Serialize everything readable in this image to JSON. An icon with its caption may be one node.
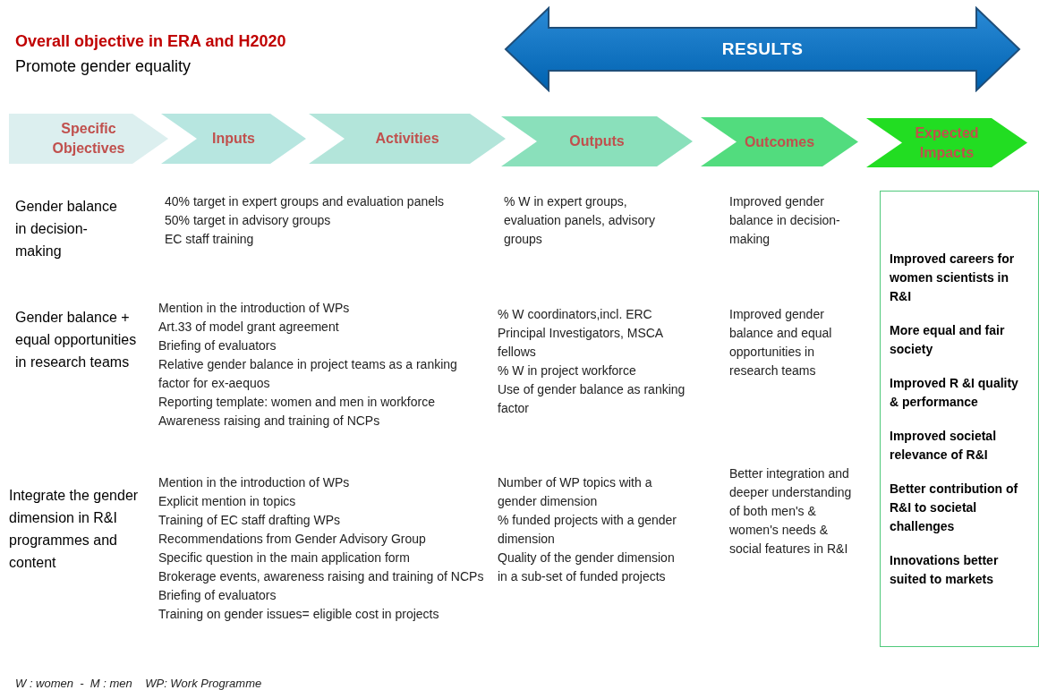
{
  "diagram": {
    "title": "Overall objective in ERA and H2020",
    "nodes": [
      {
        "text": [
          "RESULTS"
        ]
      },
      {
        "text": [
          "Specific Objectives"
        ]
      },
      {
        "text": [
          "Inputs"
        ]
      },
      {
        "text": [
          "Activities"
        ]
      },
      {
        "text": [
          "Outputs"
        ]
      },
      {
        "text": [
          "Outcomes"
        ]
      },
      {
        "text": [
          "Expected Impacts"
        ]
      },
      {
        "text": [
          "Improved careers for women scientists in R&I",
          "More equal and fair society",
          "Improved R &I quality & performance",
          "Improved societal relevance of R&I",
          "Better contribution of R&I to societal challenges",
          "Innovations better suited to markets"
        ]
      }
    ],
    "labels": [
      "Promote gender equality",
      "Gender balance in decision-making",
      "40% target in expert groups and evaluation panels",
      "50% target in advisory groups",
      "EC staff training",
      "% W in expert groups, evaluation panels, advisory groups",
      "Improved gender balance in decision-making",
      "Gender balance + equal opportunities in research teams",
      "Mention in the introduction of WPs",
      "Art.33 of model grant agreement",
      "Briefing of evaluators",
      "Relative gender balance in project teams as a ranking factor for ex-aequos",
      "Reporting template: women and men in workforce",
      "Awareness raising and training of NCPs",
      "% W coordinators,incl. ERC Principal Investigators, MSCA fellows",
      "% W in project workforce",
      "Use of gender balance as ranking factor",
      "Improved gender balance and equal opportunities in research teams",
      "Integrate the gender dimension in R&I programmes and content",
      "Mention in the introduction of WPs",
      "Explicit mention in topics",
      "Training of EC staff drafting WPs",
      "Recommendations from Gender Advisory Group",
      "Specific question in the main application form",
      "Brokerage events, awareness raising and training of NCPs",
      "Briefing of evaluators",
      "Training on gender issues= eligible cost in projects",
      "Number of WP topics with a gender dimension",
      "% funded projects with a gender dimension",
      "Quality of the gender dimension in a sub-set of funded projects",
      "Better integration and deeper understanding of both men's & women's needs & social features in R&I",
      "W : women  -  M : men    WP: Work Programme"
    ]
  }
}
